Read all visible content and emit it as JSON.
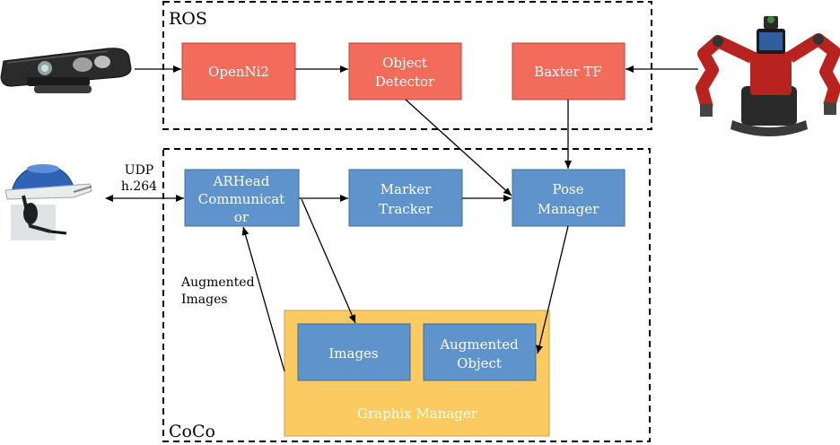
{
  "regions": {
    "ros": {
      "label": "ROS"
    },
    "coco": {
      "label": "CoCo"
    }
  },
  "nodes": {
    "openni2": {
      "label": "OpenNi2"
    },
    "object_detector": {
      "lines": [
        "Object",
        "Detector"
      ]
    },
    "baxter_tf": {
      "label": "Baxter TF"
    },
    "arhead": {
      "lines": [
        "ARHead",
        "Communicat",
        "or"
      ]
    },
    "marker_tracker": {
      "lines": [
        "Marker",
        "Tracker"
      ]
    },
    "pose_manager": {
      "lines": [
        "Pose",
        "Manager"
      ]
    },
    "graphix_manager": {
      "label": "Graphix Manager"
    },
    "images": {
      "label": "Images"
    },
    "augmented_object": {
      "lines": [
        "Augmented",
        "Object"
      ]
    }
  },
  "edge_labels": {
    "udp": [
      "UDP",
      "h.264"
    ],
    "augmented_images": [
      "Augmented",
      "Images"
    ]
  },
  "devices": {
    "camera": {
      "icon": "depth-camera-icon"
    },
    "robot": {
      "icon": "baxter-robot-icon"
    },
    "headset": {
      "icon": "ar-headset-icon"
    }
  },
  "colors": {
    "ros_node": "#f26b5b",
    "coco_node": "#5f93cb",
    "graphix": "#fbcb62",
    "line": "#000000"
  }
}
